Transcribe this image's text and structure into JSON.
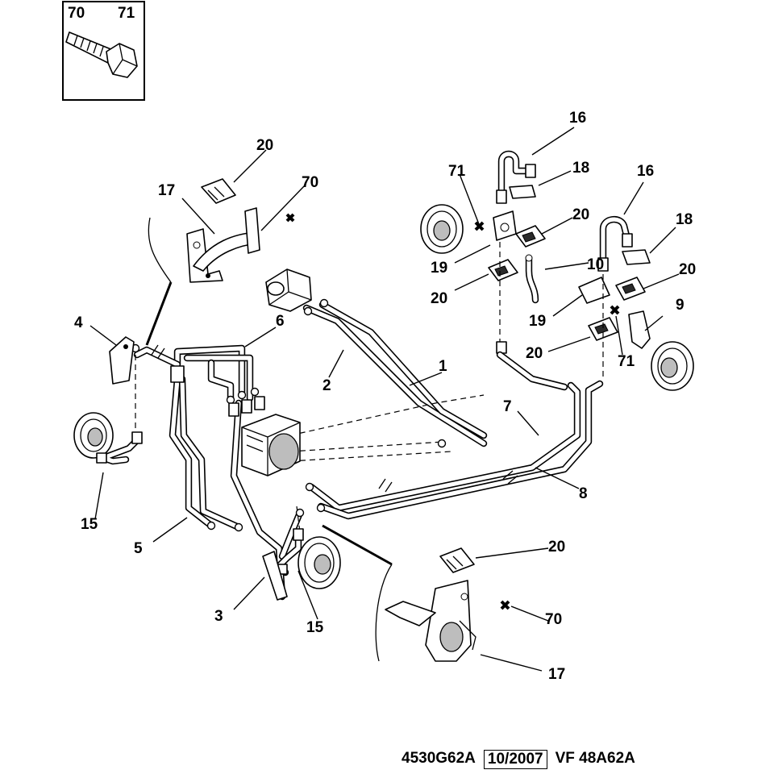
{
  "diagram": {
    "inset_labels": [
      "70",
      "71"
    ],
    "callouts": {
      "c1": "1",
      "c2": "2",
      "c3": "3",
      "c4": "4",
      "c5": "5",
      "c6": "6",
      "c7": "7",
      "c8": "8",
      "c9": "9",
      "c10": "10",
      "c15a": "15",
      "c15b": "15",
      "c16a": "16",
      "c16b": "16",
      "c17a": "17",
      "c17b": "17",
      "c18a": "18",
      "c18b": "18",
      "c19a": "19",
      "c19b": "19",
      "c20a": "20",
      "c20b": "20",
      "c20c": "20",
      "c20d": "20",
      "c20e": "20",
      "c20f": "20",
      "c70a": "70",
      "c70b": "70",
      "c71a": "71",
      "c71b": "71"
    },
    "icons": [
      "bolt-icon",
      "brake-disc-icon",
      "abs-unit-icon",
      "clip-icon",
      "bracket-icon",
      "marker-x-icon"
    ]
  },
  "footer": {
    "ref": "4530G62A",
    "date": "10/2007",
    "code": "VF 48A62A"
  }
}
